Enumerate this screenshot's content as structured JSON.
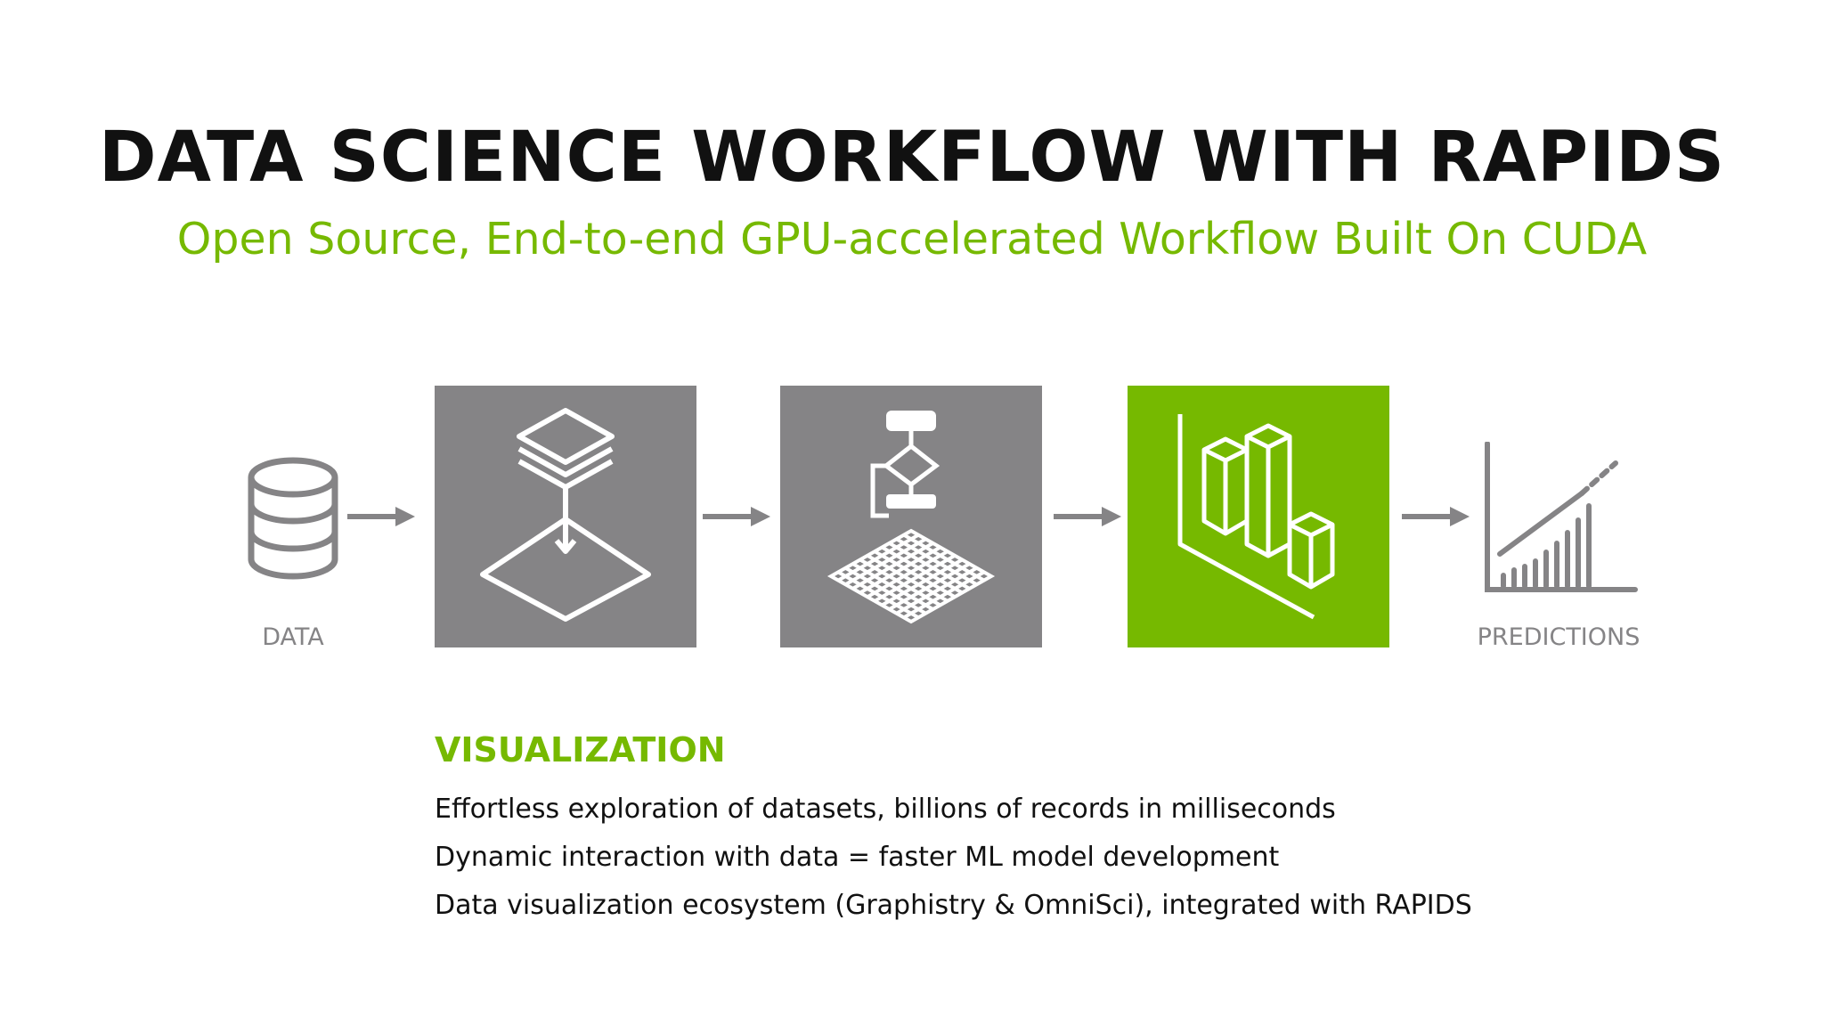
{
  "title": "DATA SCIENCE WORKFLOW WITH RAPIDS",
  "subtitle": "Open Source, End-to-end GPU-accelerated Workflow Built On CUDA",
  "flow": {
    "start_label": "DATA",
    "end_label": "PREDICTIONS",
    "stages": [
      {
        "icon": "data-layers-icon",
        "highlighted": false
      },
      {
        "icon": "model-flowchart-icon",
        "highlighted": false
      },
      {
        "icon": "visualization-bars-icon",
        "highlighted": true
      }
    ],
    "colors": {
      "accent": "#76b900",
      "box": "#858486",
      "arrow": "#858486"
    }
  },
  "section": {
    "heading": "VISUALIZATION",
    "bullets": [
      "Effortless exploration of datasets, billions of records in milliseconds",
      "Dynamic interaction with data = faster ML model development",
      "Data visualization ecosystem (Graphistry & OmniSci), integrated with RAPIDS"
    ]
  }
}
